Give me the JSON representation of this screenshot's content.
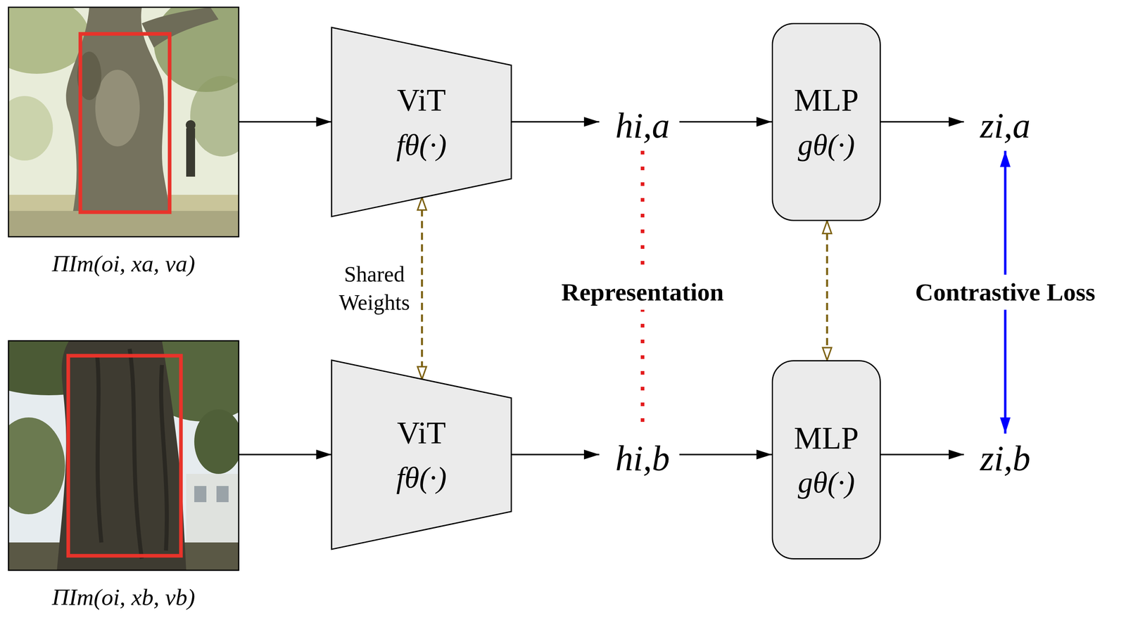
{
  "diagram": {
    "nodes": [
      {
        "text": [
          "ΠIm(oi, xa, va)"
        ]
      },
      {
        "text": [
          "ViT",
          "fθ(·)"
        ]
      },
      {
        "text": [
          "hi,a"
        ]
      },
      {
        "text": [
          "MLP",
          "gθ(·)"
        ]
      },
      {
        "text": [
          "zi,a"
        ]
      },
      {
        "text": [
          "ΠIm(oi, xb, vb)"
        ]
      },
      {
        "text": [
          "ViT",
          "fθ(·)"
        ]
      },
      {
        "text": [
          "hi,b"
        ]
      },
      {
        "text": [
          "MLP",
          "gθ(·)"
        ]
      },
      {
        "text": [
          "zi,b"
        ]
      }
    ],
    "edges": [
      {
        "from": 0,
        "to": 1,
        "arrow": "to"
      },
      {
        "from": 1,
        "to": 2,
        "arrow": "to"
      },
      {
        "from": 2,
        "to": 3,
        "arrow": "to"
      },
      {
        "from": 3,
        "to": 4,
        "arrow": "to"
      },
      {
        "from": 5,
        "to": 6,
        "arrow": "to"
      },
      {
        "from": 6,
        "to": 7,
        "arrow": "to"
      },
      {
        "from": 7,
        "to": 8,
        "arrow": "to"
      },
      {
        "from": 8,
        "to": 9,
        "arrow": "to"
      },
      {
        "from": 1,
        "to": 6,
        "label": "Shared Weights",
        "arrow": "both"
      },
      {
        "from": 3,
        "to": 8,
        "arrow": "both"
      },
      {
        "from": 4,
        "to": 9,
        "label": "Contrastive Loss",
        "arrow": "both"
      },
      {
        "from": 2,
        "to": 7,
        "label": "Representation",
        "arrow": "none"
      }
    ]
  }
}
